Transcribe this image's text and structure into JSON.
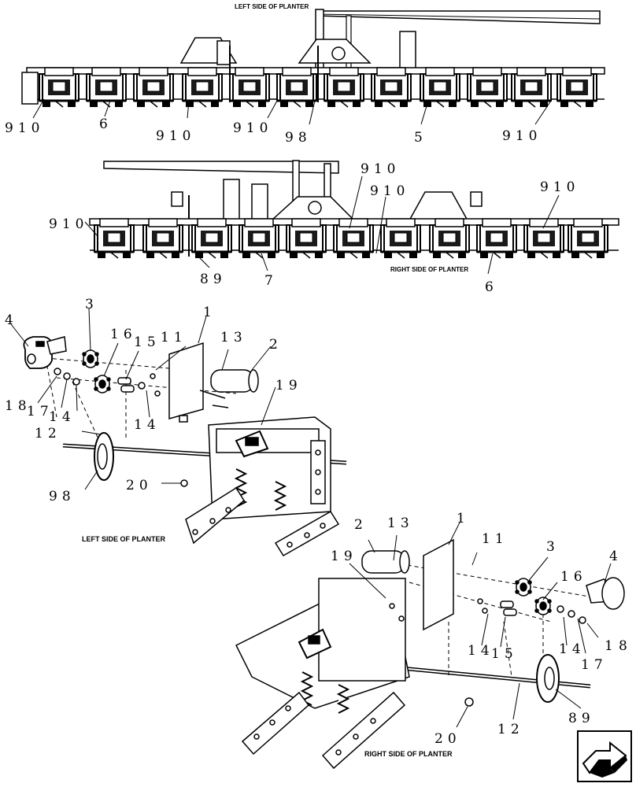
{
  "headings": {
    "top": "LEFT SIDE OF PLANTER",
    "mid": "RIGHT SIDE OF PLANTER",
    "left_detail": "LEFT SIDE OF PLANTER",
    "right_detail": "RIGHT SIDE OF PLANTER"
  },
  "callouts": {
    "c01": "910",
    "c02": "6",
    "c03": "910",
    "c04": "910",
    "c05": "98",
    "c06": "5",
    "c07": "910",
    "c08": "910",
    "c09": "910",
    "c10": "910",
    "c11": "910",
    "c12": "89",
    "c13": "7",
    "c14": "6",
    "c15": "4",
    "c16": "3",
    "c17": "16",
    "c18": "15",
    "c19": "11",
    "c20": "1",
    "c21": "13",
    "c22": "2",
    "c23": "18",
    "c24": "17",
    "c25": "14",
    "c26": "14",
    "c27": "19",
    "c28": "12",
    "c29": "98",
    "c30": "20",
    "c31": "1",
    "c32": "2",
    "c33": "13",
    "c34": "11",
    "c35": "3",
    "c36": "4",
    "c37": "19",
    "c38": "16",
    "c39": "14",
    "c40": "15",
    "c41": "14",
    "c42": "17",
    "c43": "18",
    "c44": "12",
    "c45": "89",
    "c46": "20"
  },
  "nav_icon": "next-page-arrow-icon"
}
